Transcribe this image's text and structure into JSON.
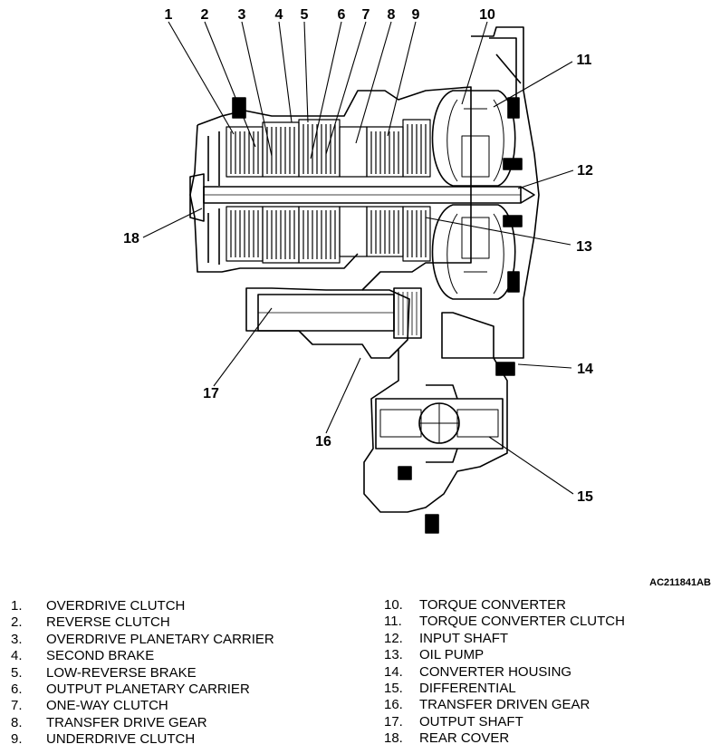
{
  "figure_id": "AC211841AB",
  "callouts": [
    "1",
    "2",
    "3",
    "4",
    "5",
    "6",
    "7",
    "8",
    "9",
    "10",
    "11",
    "12",
    "13",
    "14",
    "15",
    "16",
    "17",
    "18"
  ],
  "legend": [
    {
      "num": "1.",
      "label": "OVERDRIVE CLUTCH"
    },
    {
      "num": "2.",
      "label": "REVERSE CLUTCH"
    },
    {
      "num": "3.",
      "label": "OVERDRIVE PLANETARY CARRIER"
    },
    {
      "num": "4.",
      "label": "SECOND BRAKE"
    },
    {
      "num": "5.",
      "label": "LOW-REVERSE BRAKE"
    },
    {
      "num": "6.",
      "label": "OUTPUT PLANETARY CARRIER"
    },
    {
      "num": "7.",
      "label": "ONE-WAY CLUTCH"
    },
    {
      "num": "8.",
      "label": "TRANSFER DRIVE GEAR"
    },
    {
      "num": "9.",
      "label": "UNDERDRIVE CLUTCH"
    },
    {
      "num": "10.",
      "label": "TORQUE CONVERTER"
    },
    {
      "num": "11.",
      "label": "TORQUE CONVERTER CLUTCH"
    },
    {
      "num": "12.",
      "label": "INPUT SHAFT"
    },
    {
      "num": "13.",
      "label": "OIL PUMP"
    },
    {
      "num": "14.",
      "label": "CONVERTER HOUSING"
    },
    {
      "num": "15.",
      "label": "DIFFERENTIAL"
    },
    {
      "num": "16.",
      "label": "TRANSFER DRIVEN GEAR"
    },
    {
      "num": "17.",
      "label": "OUTPUT SHAFT"
    },
    {
      "num": "18.",
      "label": "REAR COVER"
    }
  ]
}
